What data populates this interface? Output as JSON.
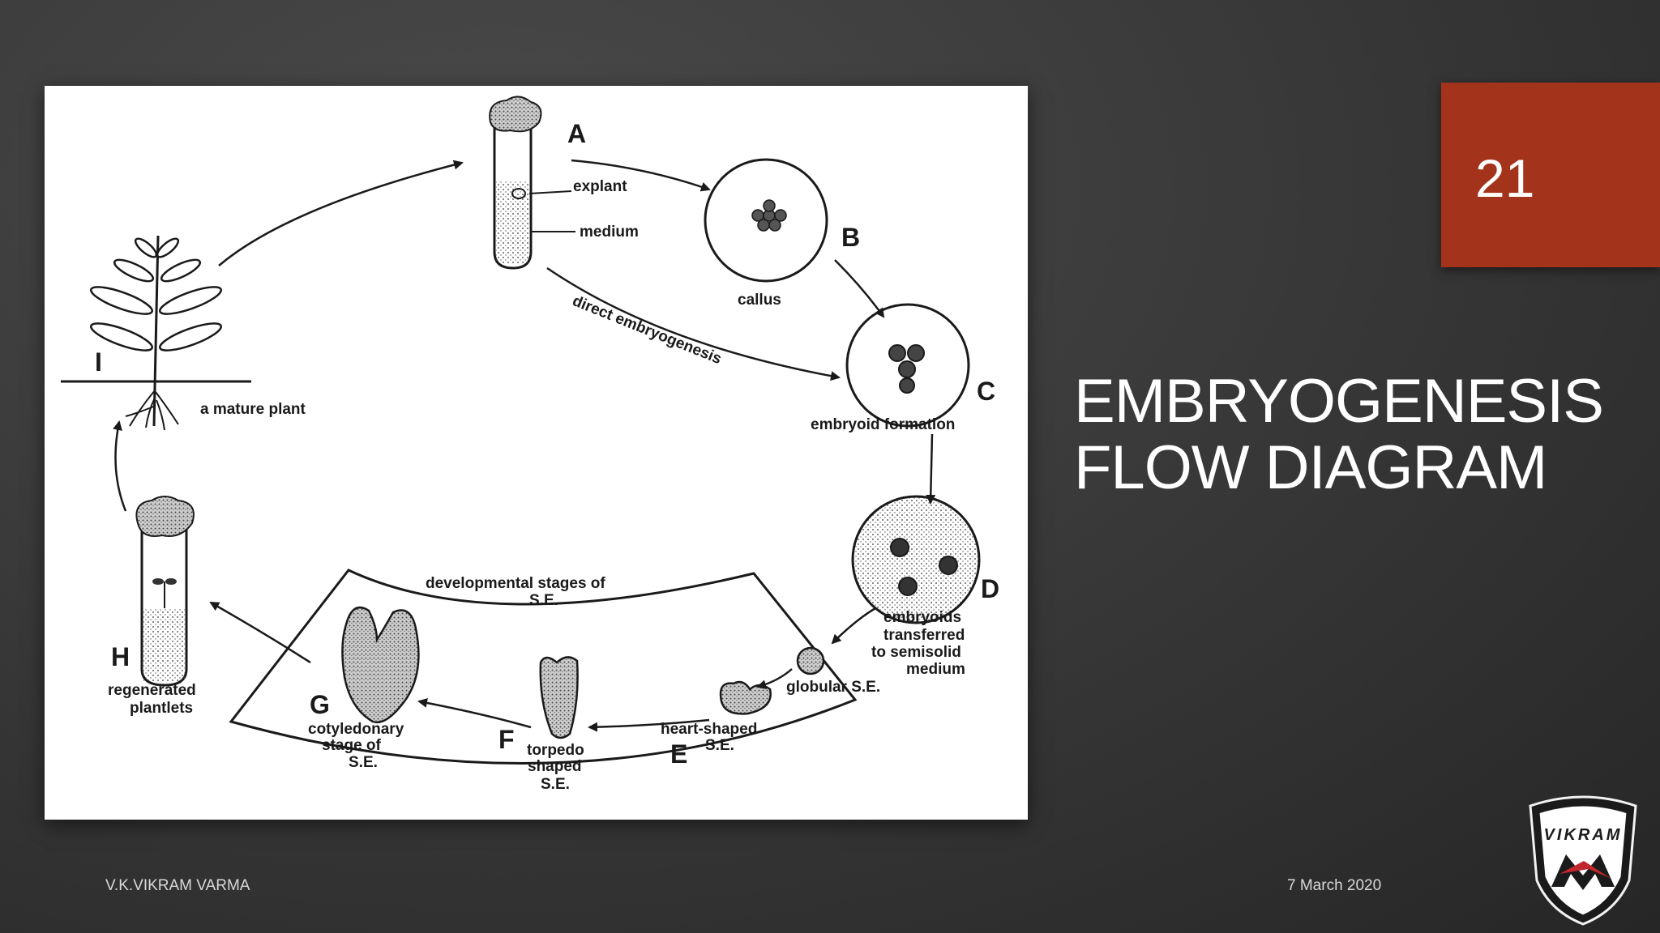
{
  "slide": {
    "number": "21",
    "title_line1": "EMBRYOGENESIS",
    "title_line2": "FLOW DIAGRAM",
    "author": "V.K.VIKRAM VARMA",
    "date": "7 March 2020"
  },
  "logo": {
    "text": "VIKRAM",
    "icon": "vikram-m-logo-icon"
  },
  "colors": {
    "accent": "#a3341b",
    "background": "#3a3a3a",
    "text": "#ffffff"
  },
  "diagram": {
    "stages": {
      "a": "A",
      "b": "B",
      "c": "C",
      "d": "D",
      "e": "E",
      "f": "F",
      "g": "G",
      "h": "H",
      "i": "I"
    },
    "labels": {
      "explant": "explant",
      "medium": "medium",
      "callus": "callus",
      "direct": "direct embryogenesis",
      "embryoid_formation": "embryoid formation",
      "embryoids_1": "embryoids",
      "embryoids_2": "transferred",
      "embryoids_3": "to semisolid",
      "embryoids_4": "medium",
      "globular": "globular S.E.",
      "heart_1": "heart-shaped",
      "heart_2": "S.E.",
      "torpedo_1": "torpedo",
      "torpedo_2": "shaped",
      "torpedo_3": "S.E.",
      "cotyledonary_1": "cotyledonary",
      "cotyledonary_2": "stage of",
      "cotyledonary_3": "S.E.",
      "regenerated_1": "regenerated",
      "regenerated_2": "plantlets",
      "mature_plant": "a mature plant",
      "dev_1": "developmental stages of",
      "dev_2": "S.E."
    }
  }
}
